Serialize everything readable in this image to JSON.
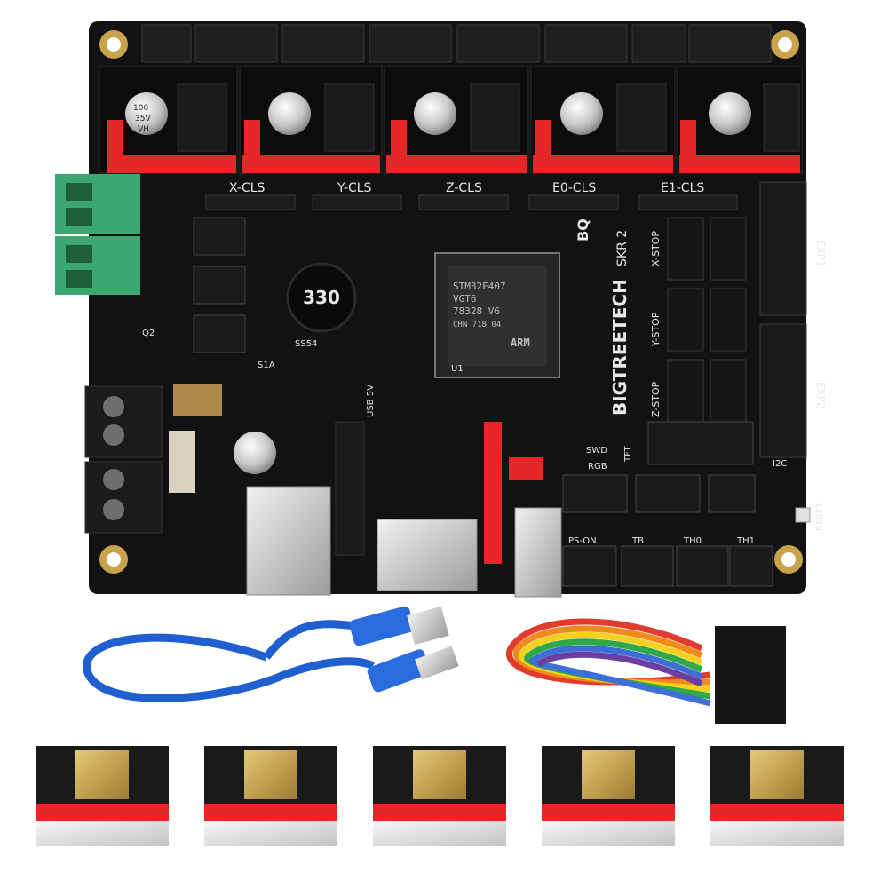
{
  "product": {
    "brand_text": "BIGTREETECH",
    "model_text": "SKR 2",
    "logo_text": "BQ"
  },
  "board": {
    "driver_slot_labels": [
      "X-CLS",
      "Y-CLS",
      "Z-CLS",
      "E0-CLS",
      "E1-CLS"
    ],
    "capacitor_label": [
      "100",
      "35V",
      "VH"
    ],
    "inductor_label": "330",
    "mcu_lines": [
      "STM32F407",
      "VGT6",
      "78328 V6",
      "CHN 718 04"
    ],
    "mcu_logo": "ARM",
    "endstop_labels": [
      "X-STOP",
      "Y-STOP",
      "Z-STOP"
    ],
    "expansion_labels": [
      "EXP1",
      "EXP2"
    ],
    "bottom_labels": [
      "PS-ON",
      "TB",
      "TH0",
      "TH1"
    ],
    "misc_labels": {
      "q2": "Q2",
      "usb_5v": "USB 5V",
      "swd": "SWD",
      "rgb": "RGB",
      "tft": "TFT",
      "i2c": "I2C",
      "reset": "RESET",
      "u1": "U1",
      "ss54": "SS54",
      "s1a": "S1A"
    }
  },
  "accessories": {
    "usb_cable_color": "#1f5fcf",
    "ribbon_colors": [
      "#6a3fa0",
      "#3d6fd6",
      "#2fa84a",
      "#f2d21e",
      "#f08a1a",
      "#e23b2e"
    ],
    "driver_module_count": 5
  },
  "colors": {
    "pcb": "#121212",
    "header_red": "#e52727",
    "terminal_green": "#3aa870",
    "terminal_black": "#1b1b1b",
    "gold": "#c9a24c"
  }
}
